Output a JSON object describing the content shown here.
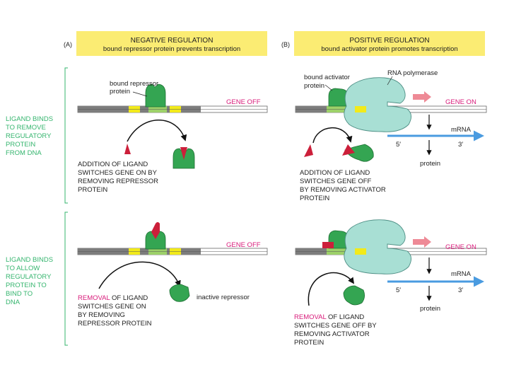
{
  "panels": {
    "a": {
      "letter": "(A)",
      "title": "NEGATIVE REGULATION",
      "subtitle": "bound repressor protein prevents transcription"
    },
    "b": {
      "letter": "(B)",
      "title": "POSITIVE REGULATION",
      "subtitle": "bound activator protein promotes transcription"
    }
  },
  "side_labels": {
    "top": [
      "LIGAND BINDS",
      "TO REMOVE",
      "REGULATORY",
      "PROTEIN",
      "FROM DNA"
    ],
    "bottom": [
      "LIGAND BINDS",
      "TO ALLOW",
      "REGULATORY",
      "PROTEIN TO",
      "BIND TO",
      "DNA"
    ]
  },
  "labels": {
    "bound_repressor": [
      "bound repressor",
      "protein"
    ],
    "bound_activator": [
      "bound activator",
      "protein"
    ],
    "rna_polymerase": "RNA polymerase",
    "gene_off": "GENE OFF",
    "gene_on": "GENE ON",
    "mrna": "mRNA",
    "five_prime": "5′",
    "three_prime": "3′",
    "protein": "protein",
    "inactive_repressor": "inactive repressor"
  },
  "captions": {
    "a_top": [
      "ADDITION OF LIGAND",
      "SWITCHES GENE ON BY",
      "REMOVING REPRESSOR",
      "PROTEIN"
    ],
    "b_top": [
      "ADDITION OF LIGAND",
      "SWITCHES GENE OFF",
      "BY REMOVING ACTIVATOR",
      "PROTEIN"
    ],
    "a_bottom": {
      "highlight": "REMOVAL",
      "line1_rest": " OF LIGAND",
      "lines": [
        "SWITCHES GENE ON",
        "BY REMOVING",
        "REPRESSOR PROTEIN"
      ]
    },
    "b_bottom": {
      "highlight": "REMOVAL",
      "line1_rest": " OF LIGAND",
      "lines": [
        "SWITCHES GENE OFF BY",
        "REMOVING ACTIVATOR",
        "PROTEIN"
      ]
    }
  },
  "colors": {
    "banner": "#fbec73",
    "side_text": "#35b56e",
    "highlight": "#d81b7a",
    "protein_green": "#34a552",
    "ligand_red": "#cc1f3a",
    "polymerase": "#a8dfd4",
    "mrna_blue": "#4a9be0",
    "dna_gray": "#7d7d7d",
    "yellow_box": "#f2ea1a",
    "light_green_box": "#9dd169",
    "pink_arrow": "#ee8a96"
  }
}
